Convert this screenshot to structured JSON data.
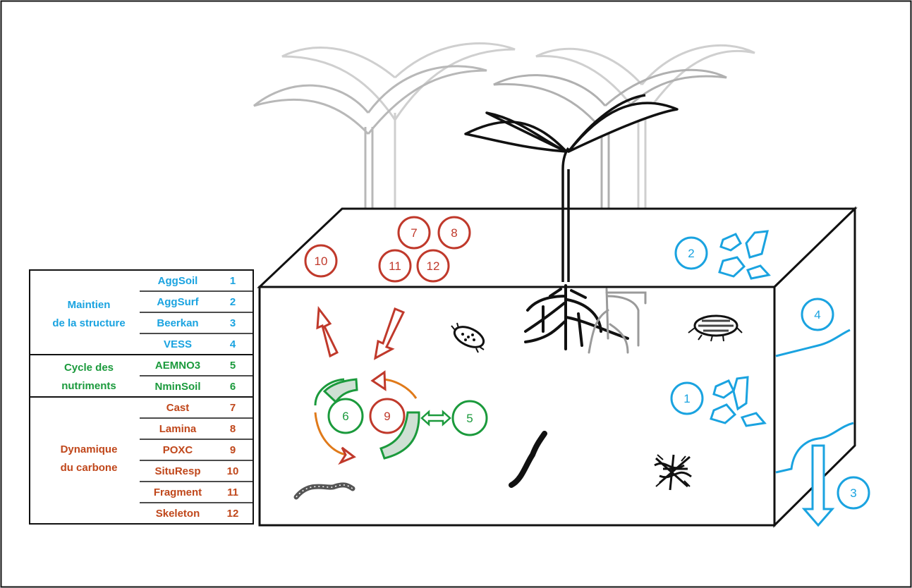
{
  "colors": {
    "structure": "#1aa3e0",
    "nutrients": "#1b9a3c",
    "carbon": "#c0392b",
    "carbon_text": "#c0471b",
    "outline": "#111111",
    "ghost_plant": "#bdbdbd"
  },
  "table": {
    "groups": [
      {
        "label_line1": "Maintien",
        "label_line2": "de la structure",
        "color": "#1aa3e0",
        "rows": [
          {
            "name": "AggSoil",
            "num": "1"
          },
          {
            "name": "AggSurf",
            "num": "2"
          },
          {
            "name": "Beerkan",
            "num": "3"
          },
          {
            "name": "VESS",
            "num": "4"
          }
        ]
      },
      {
        "label_line1": "Cycle des",
        "label_line2": "nutriments",
        "color": "#1b9a3c",
        "rows": [
          {
            "name": "AEMNO3",
            "num": "5"
          },
          {
            "name": "NminSoil",
            "num": "6"
          }
        ]
      },
      {
        "label_line1": "Dynamique",
        "label_line2": "du carbone",
        "color": "#c0471b",
        "rows": [
          {
            "name": "Cast",
            "num": "7"
          },
          {
            "name": "Lamina",
            "num": "8"
          },
          {
            "name": "POXC",
            "num": "9"
          },
          {
            "name": "SituResp",
            "num": "10"
          },
          {
            "name": "Fragment",
            "num": "11"
          },
          {
            "name": "Skeleton",
            "num": "12"
          }
        ]
      }
    ]
  },
  "markers": {
    "m1": "1",
    "m2": "2",
    "m3": "3",
    "m4": "4",
    "m5": "5",
    "m6": "6",
    "m7": "7",
    "m8": "8",
    "m9": "9",
    "m10": "10",
    "m11": "11",
    "m12": "12"
  },
  "icons": [
    "plant-icon",
    "root-system-icon",
    "earthworm-icon",
    "springtail-icon",
    "mite-icon",
    "fungal-hyphae-icon",
    "aggregate-icon",
    "water-arrow-icon"
  ]
}
